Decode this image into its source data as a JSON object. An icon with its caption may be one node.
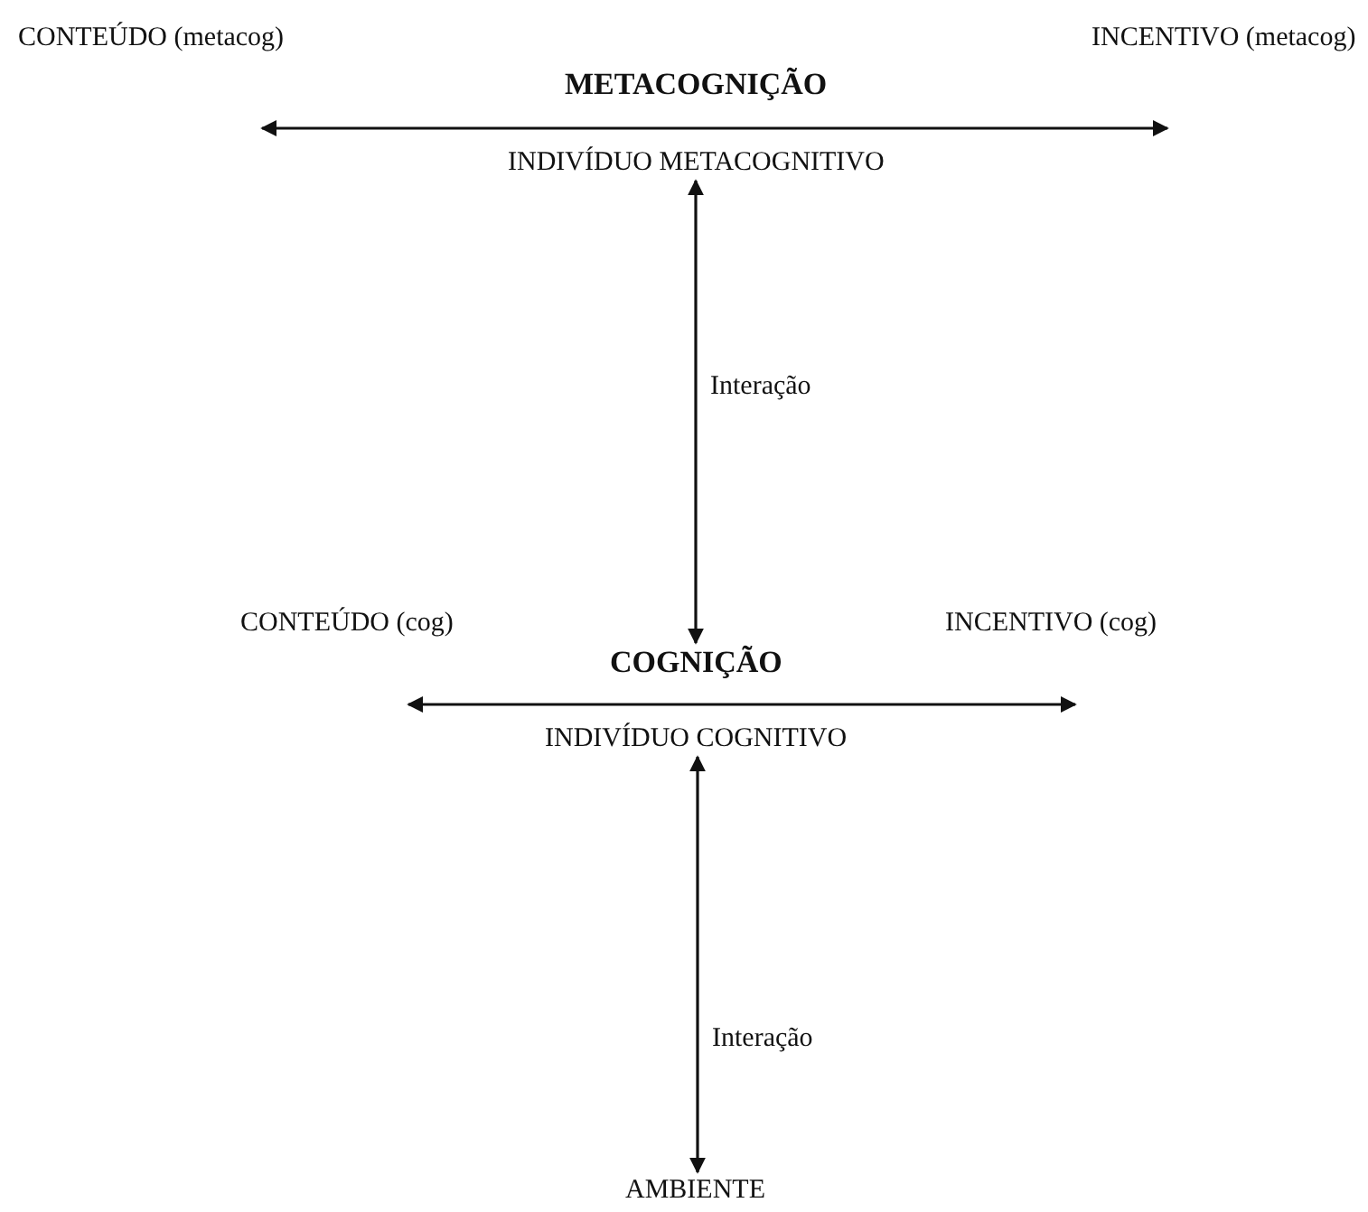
{
  "diagram": {
    "nodes": [
      {
        "text": [
          "CONTEÚDO (metacog)"
        ]
      },
      {
        "text": [
          "INCENTIVO (metacog)"
        ]
      },
      {
        "text": [
          "METACOGNIÇÃO"
        ]
      },
      {
        "text": [
          "INDIVÍDUO METACOGNITIVO"
        ]
      },
      {
        "text": [
          "CONTEÚDO (cog)"
        ]
      },
      {
        "text": [
          "INCENTIVO (cog)"
        ]
      },
      {
        "text": [
          "COGNIÇÃO"
        ]
      },
      {
        "text": [
          "INDIVÍDUO COGNITIVO"
        ]
      },
      {
        "text": [
          "AMBIENTE"
        ]
      }
    ],
    "edges": [
      {
        "from": 0,
        "to": 1,
        "arrow": "both"
      },
      {
        "from": 3,
        "to": 6,
        "arrow": "both",
        "label": "Interação"
      },
      {
        "from": 4,
        "to": 5,
        "arrow": "both"
      },
      {
        "from": 7,
        "to": 8,
        "arrow": "both",
        "label": "Interação"
      }
    ]
  }
}
